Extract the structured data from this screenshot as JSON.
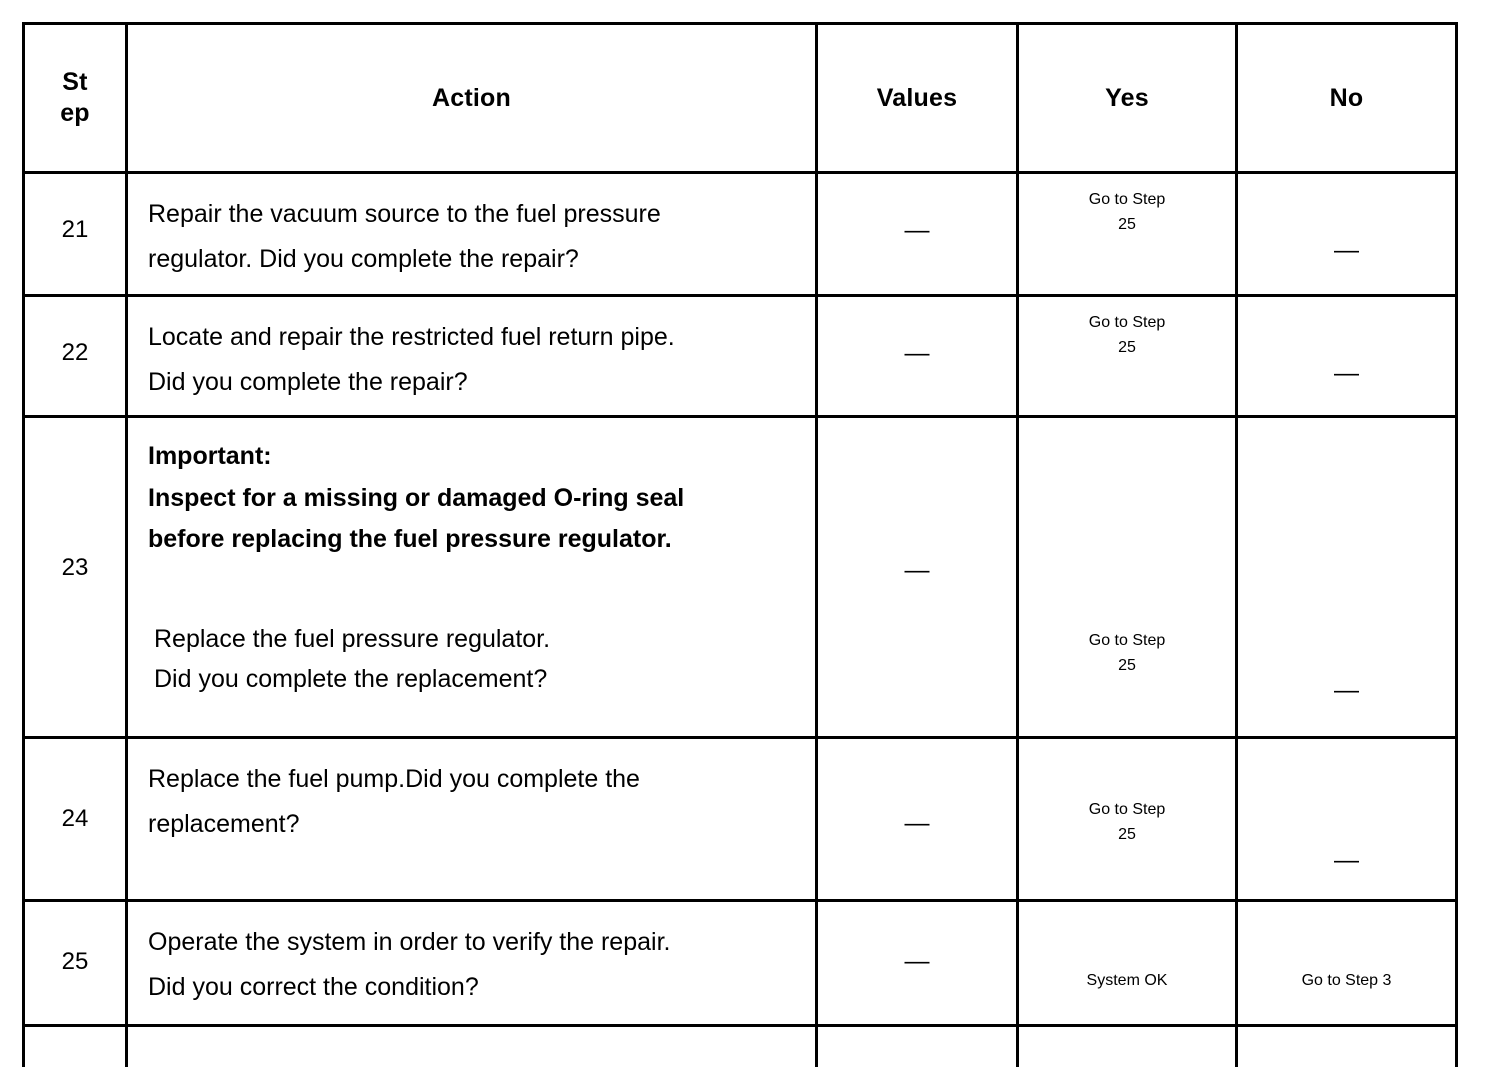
{
  "table": {
    "headers": {
      "step_line1": "St",
      "step_line2": "ep",
      "action": "Action",
      "values": "Values",
      "yes": "Yes",
      "no": "No"
    },
    "rows": [
      {
        "step": "21",
        "action_lines": [
          "Repair the vacuum source to the fuel pressure",
          "regulator. Did you complete the repair?"
        ],
        "values": "—",
        "yes_line1": "Go to Step",
        "yes_line2": "25",
        "no": "—"
      },
      {
        "step": "22",
        "action_lines": [
          "Locate and repair the restricted fuel return pipe.",
          "Did you complete the repair?"
        ],
        "values": "—",
        "yes_line1": "Go to Step",
        "yes_line2": "25",
        "no": "—"
      },
      {
        "step": "23",
        "note_lines": [
          "Important:",
          "Inspect for a missing or damaged O-ring seal",
          "before replacing the fuel pressure regulator."
        ],
        "action_lines": [
          "Replace the fuel pressure regulator.",
          "Did you complete the replacement?"
        ],
        "values": "—",
        "yes_line1": "Go to Step",
        "yes_line2": "25",
        "no": "—"
      },
      {
        "step": "24",
        "action_lines": [
          "Replace the fuel pump.Did you complete the",
          "replacement?"
        ],
        "values": "—",
        "yes_line1": "Go to Step",
        "yes_line2": "25",
        "no": "—"
      },
      {
        "step": "25",
        "action_lines": [
          "Operate the system in order to verify the repair.",
          "Did you correct the condition?"
        ],
        "values": "—",
        "yes_line1": "System OK",
        "yes_line2": "",
        "no": "Go to Step 3"
      }
    ]
  },
  "colors": {
    "border": "#000000",
    "background": "#ffffff",
    "text": "#000000"
  }
}
